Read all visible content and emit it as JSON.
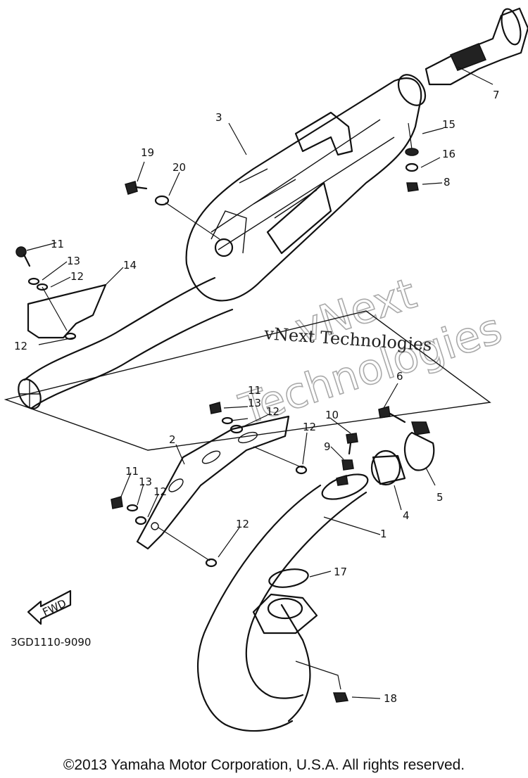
{
  "diagram": {
    "part_code": "3GD1110-9090",
    "fwd_label": "FWD",
    "callouts": [
      "1",
      "2",
      "3",
      "4",
      "5",
      "6",
      "7",
      "8",
      "9",
      "10",
      "11",
      "12",
      "13",
      "14",
      "15",
      "16",
      "17",
      "18",
      "19",
      "20"
    ]
  },
  "watermark": {
    "line1": "vNext Technologies",
    "big1": "vNext",
    "big2": "Technologies"
  },
  "footer": {
    "copyright": "©2013 Yamaha Motor Corporation, U.S.A. All rights reserved."
  }
}
